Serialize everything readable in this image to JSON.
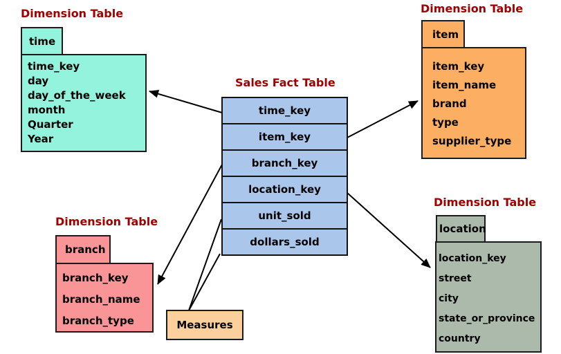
{
  "page": {
    "background": "#ffffff",
    "title_color": "#A00000",
    "line_color": "#000000"
  },
  "fact": {
    "title": "Sales Fact Table",
    "color": "#AAC6EA",
    "rows": [
      "time_key",
      "item_key",
      "branch_key",
      "location_key",
      "unit_sold",
      "dollars_sold"
    ]
  },
  "dimensions": {
    "time": {
      "title": "Dimension Table",
      "tab": "time",
      "color": "#93F3DD",
      "fields": [
        "time_key",
        "day",
        "day_of_the_week",
        "month",
        "Quarter",
        "Year"
      ]
    },
    "item": {
      "title": "Dimension Table",
      "tab": "item",
      "color": "#FCAF63",
      "fields": [
        "item_key",
        "item_name",
        "brand",
        "type",
        "supplier_type"
      ]
    },
    "branch": {
      "title": "Dimension Table",
      "tab": "branch",
      "color": "#FA9597",
      "fields": [
        "branch_key",
        "branch_name",
        "branch_type"
      ]
    },
    "location": {
      "title": "Dimension Table",
      "tab": "location",
      "color": "#ACBAAC",
      "fields": [
        "location_key",
        "street",
        "city",
        "state_or_province",
        "country"
      ]
    }
  },
  "measures": {
    "label": "Measures",
    "color": "#FBD09C"
  }
}
